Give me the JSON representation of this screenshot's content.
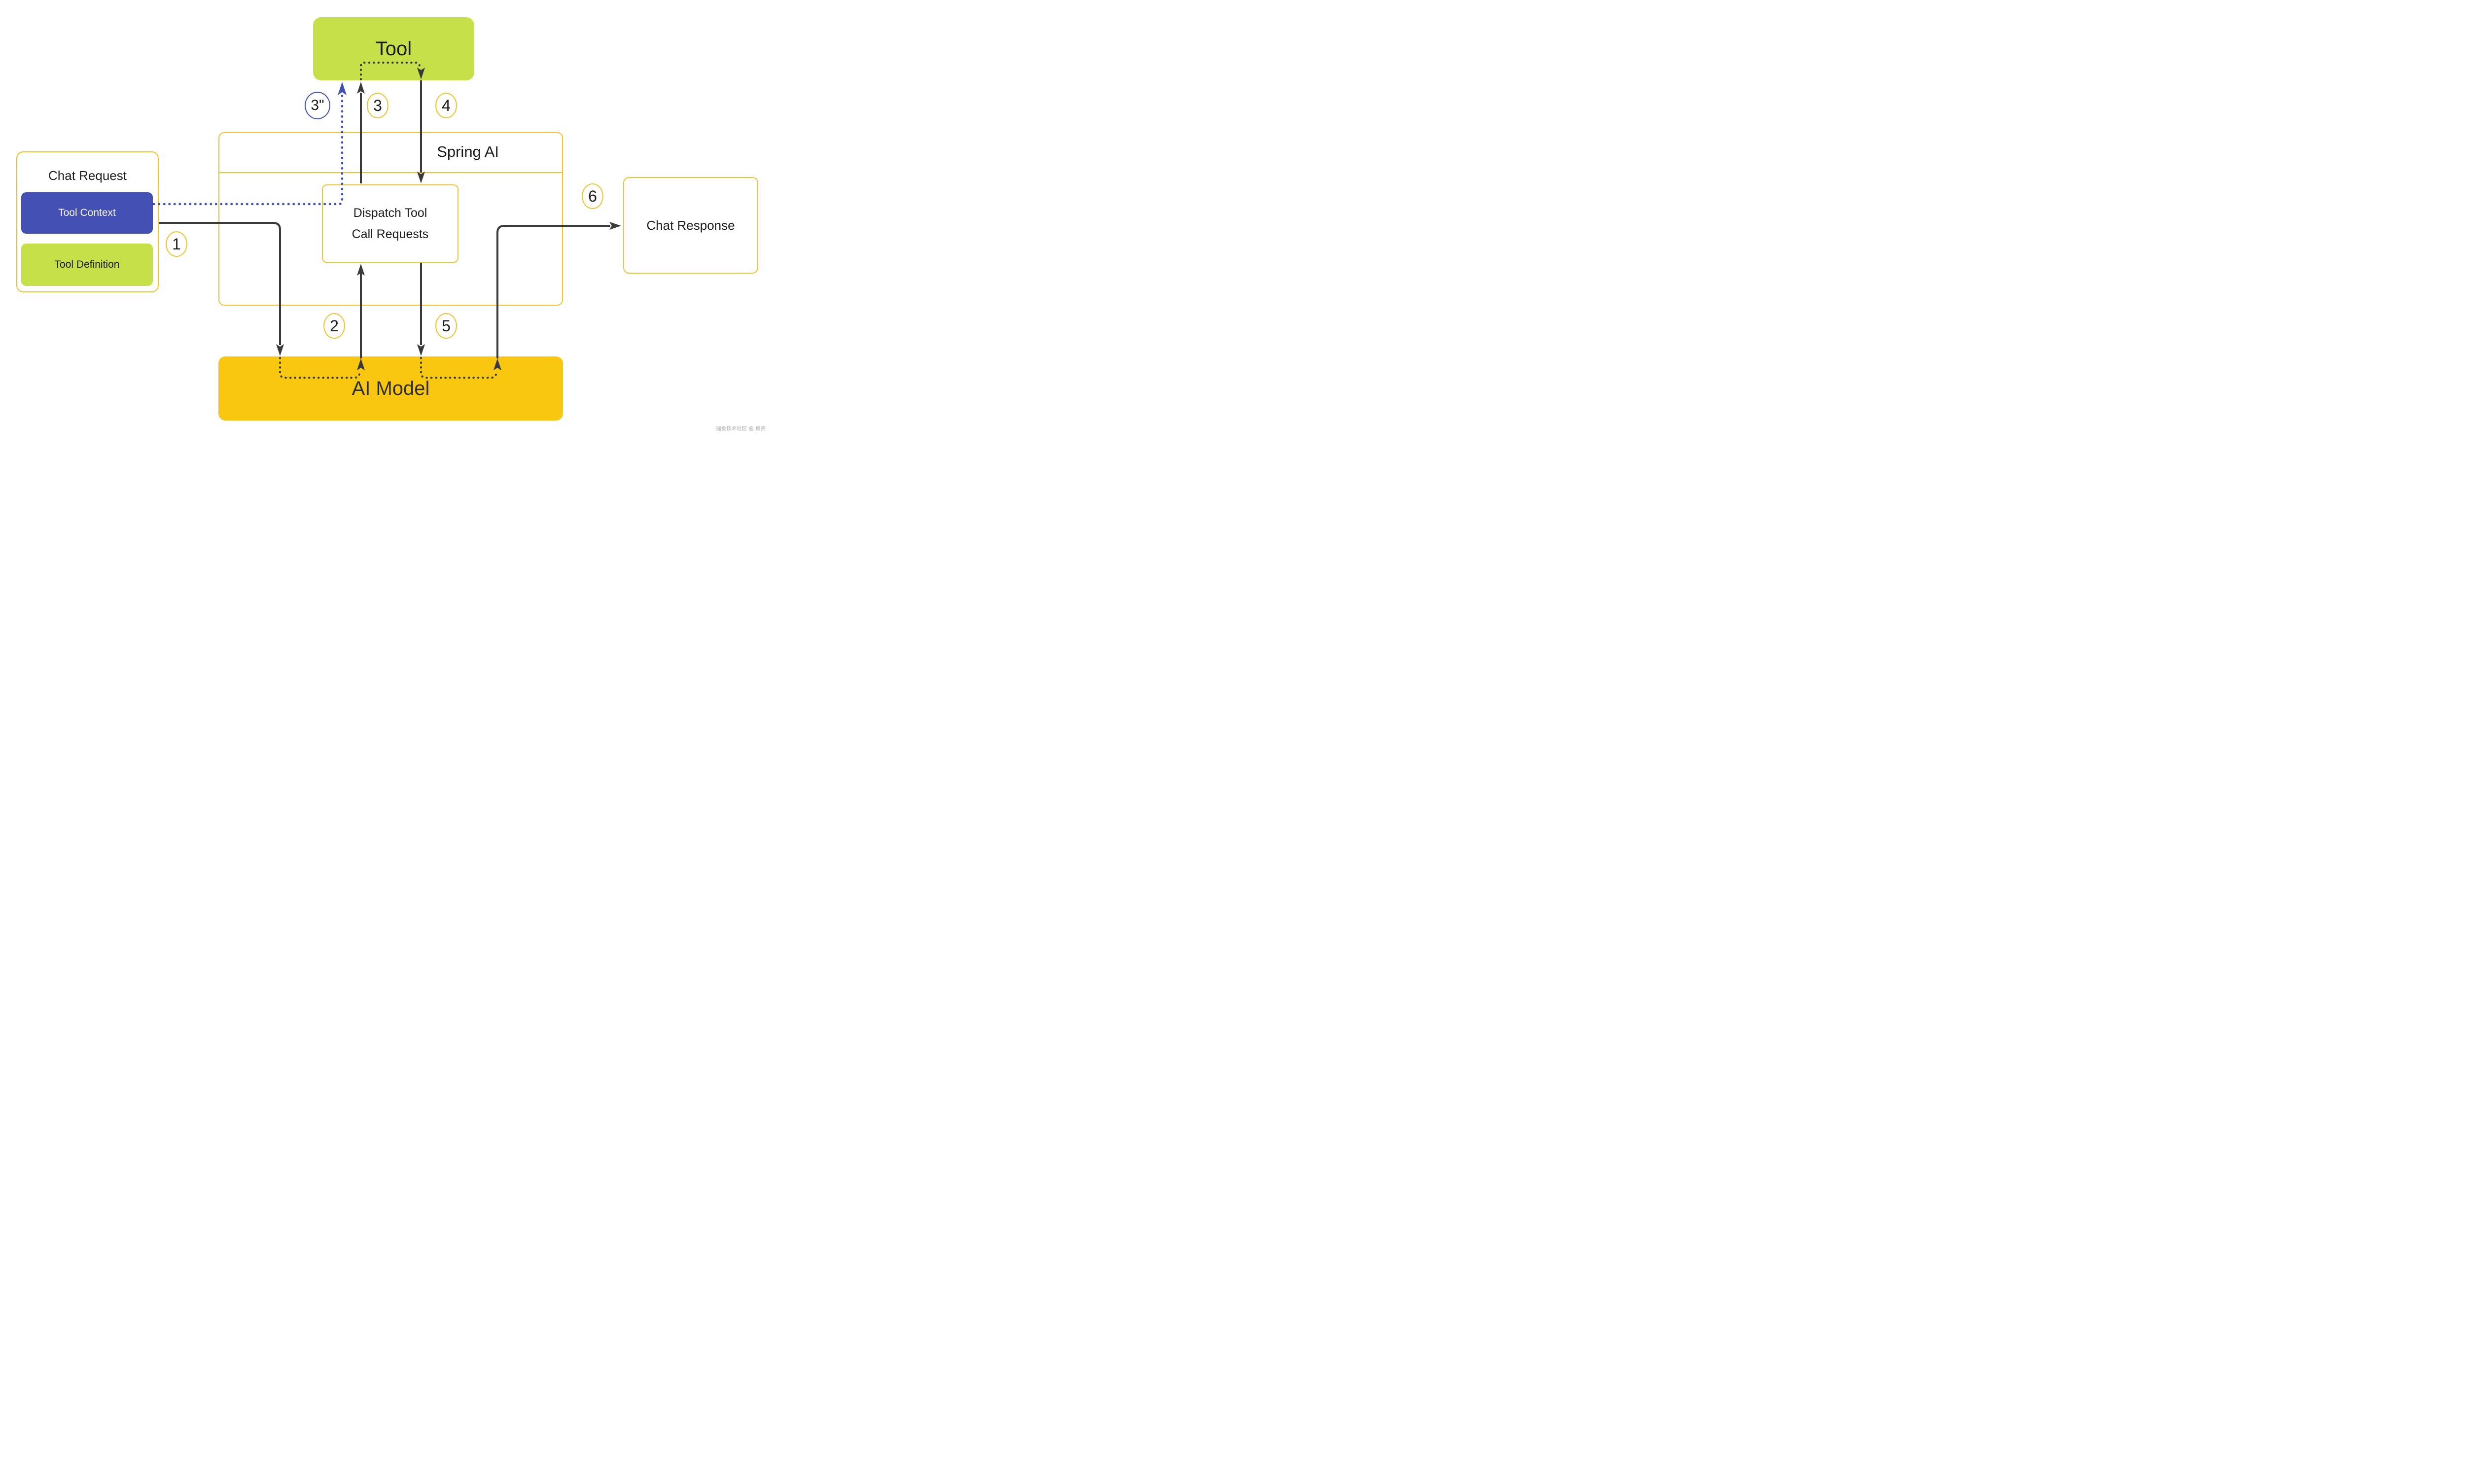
{
  "colors": {
    "gold": "#F2C230",
    "goldfill": "#F9C710",
    "green": "#C6E04A",
    "blue": "#4450B4",
    "blue2": "#4150B5",
    "line": "#3A3A3A",
    "ink": "#1C1C1C"
  },
  "nodes": {
    "tool": {
      "label": "Tool"
    },
    "spring_ai": {
      "label": "Spring AI"
    },
    "dispatch": {
      "line1": "Dispatch Tool",
      "line2": "Call Requests"
    },
    "chat_request": {
      "title": "Chat Request",
      "children": [
        {
          "label": "Tool Context"
        },
        {
          "label": "Tool Definition"
        }
      ]
    },
    "chat_response": {
      "label": "Chat Response"
    },
    "ai_model": {
      "label": "AI Model"
    }
  },
  "steps": {
    "s1": "1",
    "s2": "2",
    "s3": "3",
    "s3quote": "3\"",
    "s4": "4",
    "s5": "5",
    "s6": "6"
  },
  "watermark": "掘金技术社区 @ 房杰"
}
